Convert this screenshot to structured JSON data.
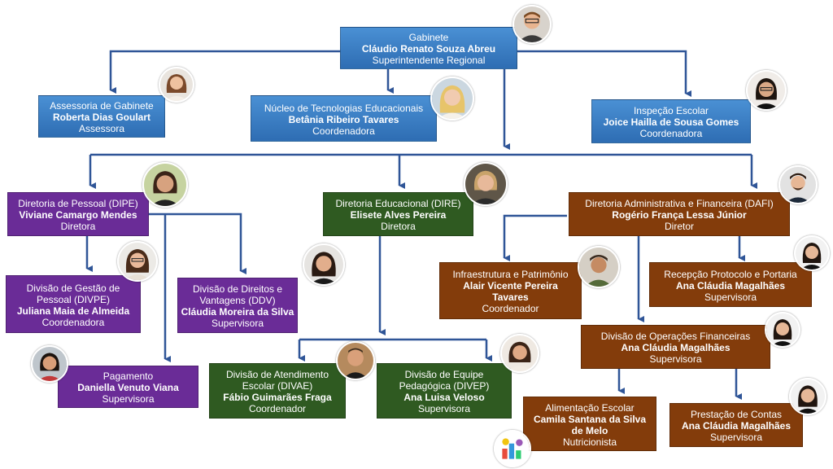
{
  "nodes": {
    "gabinete": {
      "title": "Gabinete",
      "name": "Cláudio Renato Souza Abreu",
      "role": "Superintendente Regional",
      "color": "#2e6db3"
    },
    "assessoria": {
      "title": "Assessoria de Gabinete",
      "name": "Roberta Dias Goulart",
      "role": "Assessora",
      "color": "#2e6db3"
    },
    "nte": {
      "title": "Núcleo de Tecnologias Educacionais",
      "name": "Betânia Ribeiro Tavares",
      "role": "Coordenadora",
      "color": "#2e6db3"
    },
    "inspecao": {
      "title": "Inspeção Escolar",
      "name": "Joice Hailla de Sousa Gomes",
      "role": "Coordenadora",
      "color": "#2e6db3"
    },
    "dipe": {
      "title": "Diretoria de Pessoal (DIPE)",
      "name": "Viviane Camargo Mendes",
      "role": "Diretora",
      "color": "#6a2c97"
    },
    "divpe": {
      "title": "Divisão de Gestão de Pessoal (DIVPE)",
      "name": "Juliana Maia de Almeida",
      "role": "Coordenadora",
      "color": "#6a2c97"
    },
    "ddv": {
      "title": "Divisão de Direitos e Vantagens (DDV)",
      "name": "Cláudia Moreira da Silva",
      "role": "Supervisora",
      "color": "#6a2c97"
    },
    "pagamento": {
      "title": "Pagamento",
      "name": "Daniella Venuto Viana",
      "role": "Supervisora",
      "color": "#6a2c97"
    },
    "dire": {
      "title": "Diretoria Educacional (DIRE)",
      "name": "Elisete Alves Pereira",
      "role": "Diretora",
      "color": "#2f5a21"
    },
    "divae": {
      "title": "Divisão de Atendimento Escolar (DIVAE)",
      "name": "Fábio Guimarães Fraga",
      "role": "Coordenador",
      "color": "#2f5a21"
    },
    "divep": {
      "title": "Divisão de Equipe Pedagógica (DIVEP)",
      "name": "Ana Luisa Veloso",
      "role": "Supervisora",
      "color": "#2f5a21"
    },
    "dafi": {
      "title": "Diretoria Administrativa e Financeira (DAFI)",
      "name": "Rogério França Lessa Júnior",
      "role": "Diretor",
      "color": "#833c0b"
    },
    "infra": {
      "title": "Infraestrutura  e Patrimônio",
      "name": "Alair Vicente Pereira Tavares",
      "role": "Coordenador",
      "color": "#833c0b"
    },
    "recepcao": {
      "title": "Recepção Protocolo e Portaria",
      "name": "Ana Cláudia Magalhães",
      "role": "Supervisora",
      "color": "#833c0b"
    },
    "financeiras": {
      "title": "Divisão de Operações Financeiras",
      "name": "Ana Cláudia Magalhães",
      "role": "Supervisora",
      "color": "#833c0b"
    },
    "alimentacao": {
      "title": "Alimentação Escolar",
      "name": "Camila Santana da Silva de Melo",
      "role": "Nutricionista",
      "color": "#833c0b"
    },
    "prestacao": {
      "title": "Prestação de Contas",
      "name": "Ana Cláudia Magalhães",
      "role": "Supervisora",
      "color": "#833c0b"
    }
  },
  "connector_color": "#2f5597"
}
